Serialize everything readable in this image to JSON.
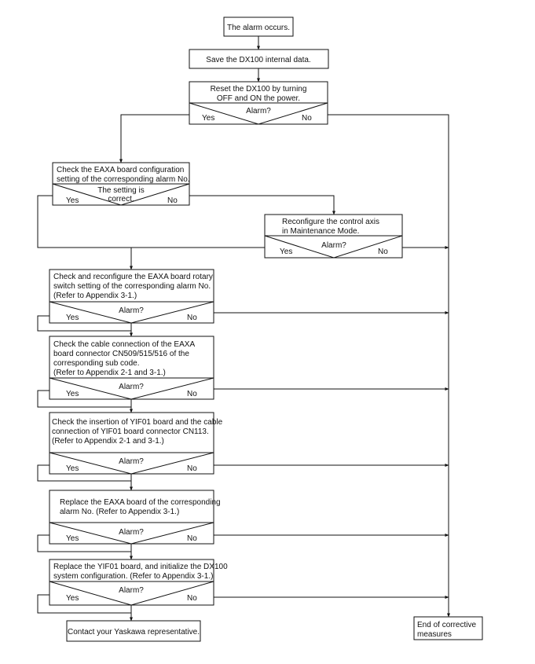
{
  "start": "The alarm occurs.",
  "save": "Save the DX100 internal data.",
  "reset": {
    "lines": [
      "Reset the DX100 by turning",
      "OFF and ON the power."
    ],
    "question": "Alarm?",
    "yes": "Yes",
    "no": "No"
  },
  "eaxa_config": {
    "lines": [
      "Check the EAXA board configuration",
      "setting of the corresponding alarm No."
    ],
    "question_lines": [
      "The setting is",
      "correct."
    ],
    "yes": "Yes",
    "no": "No"
  },
  "reconfigure": {
    "lines": [
      "Reconfigure the control axis",
      "in Maintenance Mode."
    ],
    "question": "Alarm?",
    "yes": "Yes",
    "no": "No"
  },
  "rotary": {
    "lines": [
      "Check and reconfigure the EAXA board rotary",
      "switch setting of the corresponding alarm No.",
      "(Refer to Appendix 3-1.)"
    ],
    "question": "Alarm?",
    "yes": "Yes",
    "no": "No"
  },
  "cable": {
    "lines": [
      "Check the cable connection of the EAXA",
      "board connector CN509/515/516 of the",
      "corresponding sub code.",
      "(Refer to Appendix 2-1 and 3-1.)"
    ],
    "question": "Alarm?",
    "yes": "Yes",
    "no": "No"
  },
  "yif01_check": {
    "lines": [
      "Check the insertion of YIF01 board and the cable",
      "connection of YIF01 board connector CN113.",
      "(Refer to Appendix 2-1 and 3-1.)"
    ],
    "question": "Alarm?",
    "yes": "Yes",
    "no": "No"
  },
  "replace_eaxa": {
    "lines": [
      "Replace the EAXA board of the corresponding",
      "alarm No. (Refer to Appendix 3-1.)"
    ],
    "question": "Alarm?",
    "yes": "Yes",
    "no": "No"
  },
  "replace_yif01": {
    "lines": [
      "Replace the YIF01 board, and initialize the DX100",
      "system configuration. (Refer to Appendix 3-1.)"
    ],
    "question": "Alarm?",
    "yes": "Yes",
    "no": "No"
  },
  "contact": "Contact your Yaskawa representative.",
  "end": {
    "lines": [
      "End of corrective",
      "measures"
    ]
  }
}
